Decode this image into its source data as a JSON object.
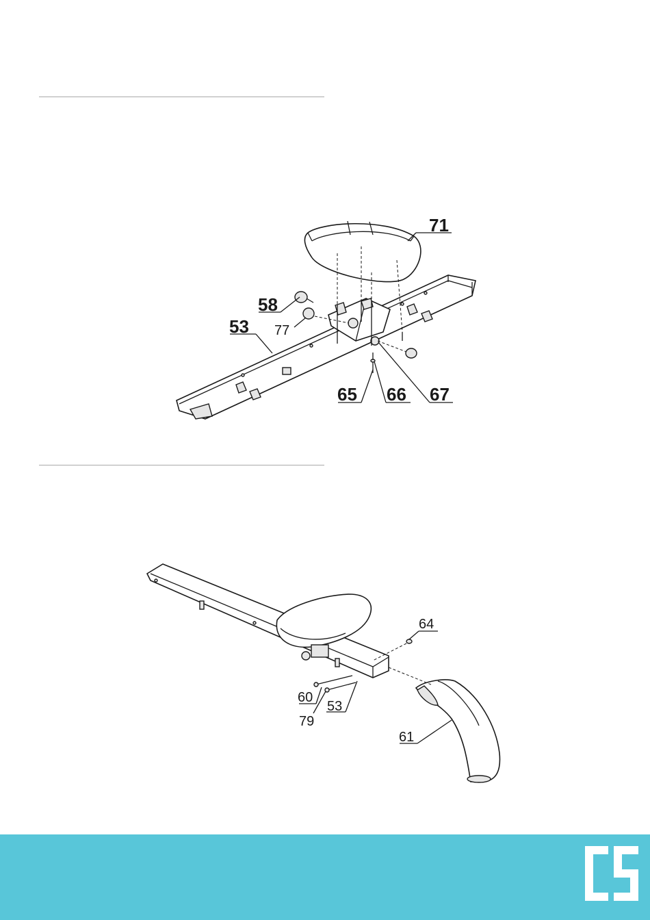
{
  "diagram_seat": {
    "labels": {
      "p71": "71",
      "p58": "58",
      "p53": "53",
      "p77": "77",
      "p65": "65",
      "p66": "66",
      "p67": "67"
    }
  },
  "diagram_foot": {
    "labels": {
      "p64": "64",
      "p60": "60",
      "p53": "53",
      "p79": "79",
      "p61": "61"
    }
  },
  "footer": {
    "color": "#58c6d9",
    "logo_icon": "cs-brand-logo"
  }
}
